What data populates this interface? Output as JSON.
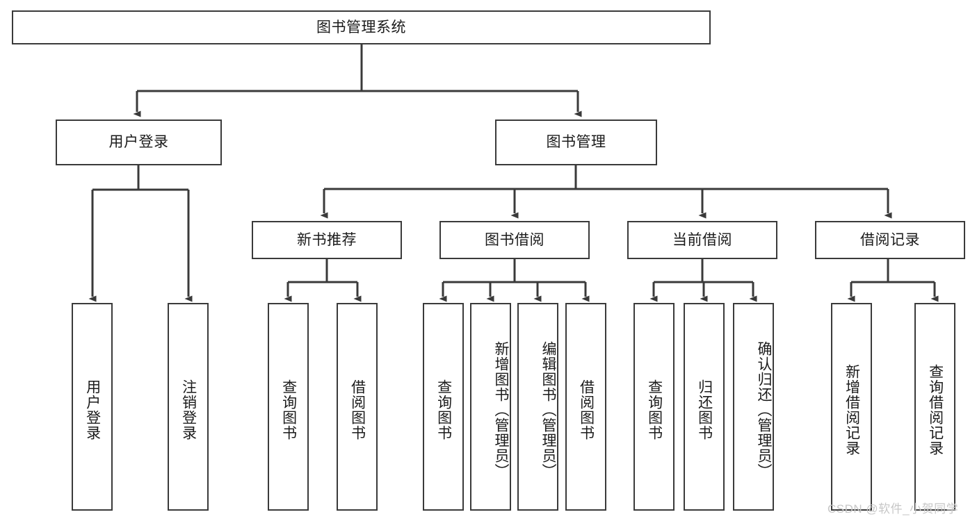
{
  "diagram": {
    "title": "图书管理系统",
    "type": "hierarchy-tree",
    "root": {
      "label": "图书管理系统"
    },
    "level1": [
      {
        "label": "用户登录"
      },
      {
        "label": "图书管理"
      }
    ],
    "level2": [
      {
        "label": "新书推荐",
        "parent": "图书管理"
      },
      {
        "label": "图书借阅",
        "parent": "图书管理"
      },
      {
        "label": "当前借阅",
        "parent": "图书管理"
      },
      {
        "label": "借阅记录",
        "parent": "图书管理"
      }
    ],
    "leaves": {
      "user_login": [
        {
          "label": "用户登录"
        },
        {
          "label": "注销登录"
        }
      ],
      "new_book": [
        {
          "label": "查询图书"
        },
        {
          "label": "借阅图书"
        }
      ],
      "book_borrow": [
        {
          "label": "查询图书"
        },
        {
          "label": "新增图书（管理员）"
        },
        {
          "label": "编辑图书（管理员）"
        },
        {
          "label": "借阅图书"
        }
      ],
      "current_borrow": [
        {
          "label": "查询图书"
        },
        {
          "label": "归还图书"
        },
        {
          "label": "确认归还（管理员）"
        }
      ],
      "borrow_record": [
        {
          "label": "新增借阅记录"
        },
        {
          "label": "查询借阅记录"
        }
      ]
    }
  },
  "watermark": {
    "text": "CSDN @软件_小贺同学"
  },
  "colors": {
    "stroke": "#3a3a3a",
    "text": "#1b1b1b",
    "background": "#ffffff",
    "watermark": "#c7c7c7"
  }
}
